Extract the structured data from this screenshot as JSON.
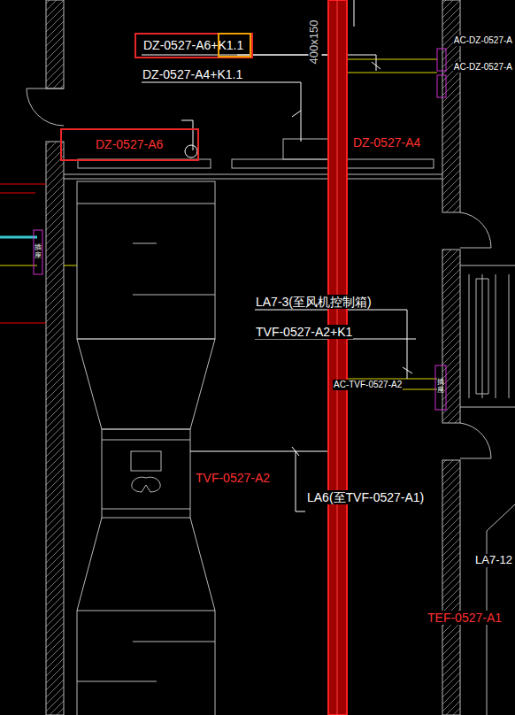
{
  "diagram": {
    "nodes": [
      {
        "text": [
          "DZ-0527-A6+K1.1"
        ]
      },
      {
        "text": [
          "DZ-0527-A6"
        ]
      }
    ],
    "labels": [
      "DZ-0527-A4+K1.1",
      "DZ-0527-A4",
      "400x150",
      "AC-DZ-0527-A",
      "AC-DZ-0527-A",
      "LA7-3(至风机控制箱)",
      "TVF-0527-A2+K1",
      "AC-TVF-0527-A2",
      "TVF-0527-A2",
      "LA6(至TVF-0527-A1)",
      "LA7-12",
      "TEF-0527-A1",
      "插座",
      "插座"
    ]
  }
}
